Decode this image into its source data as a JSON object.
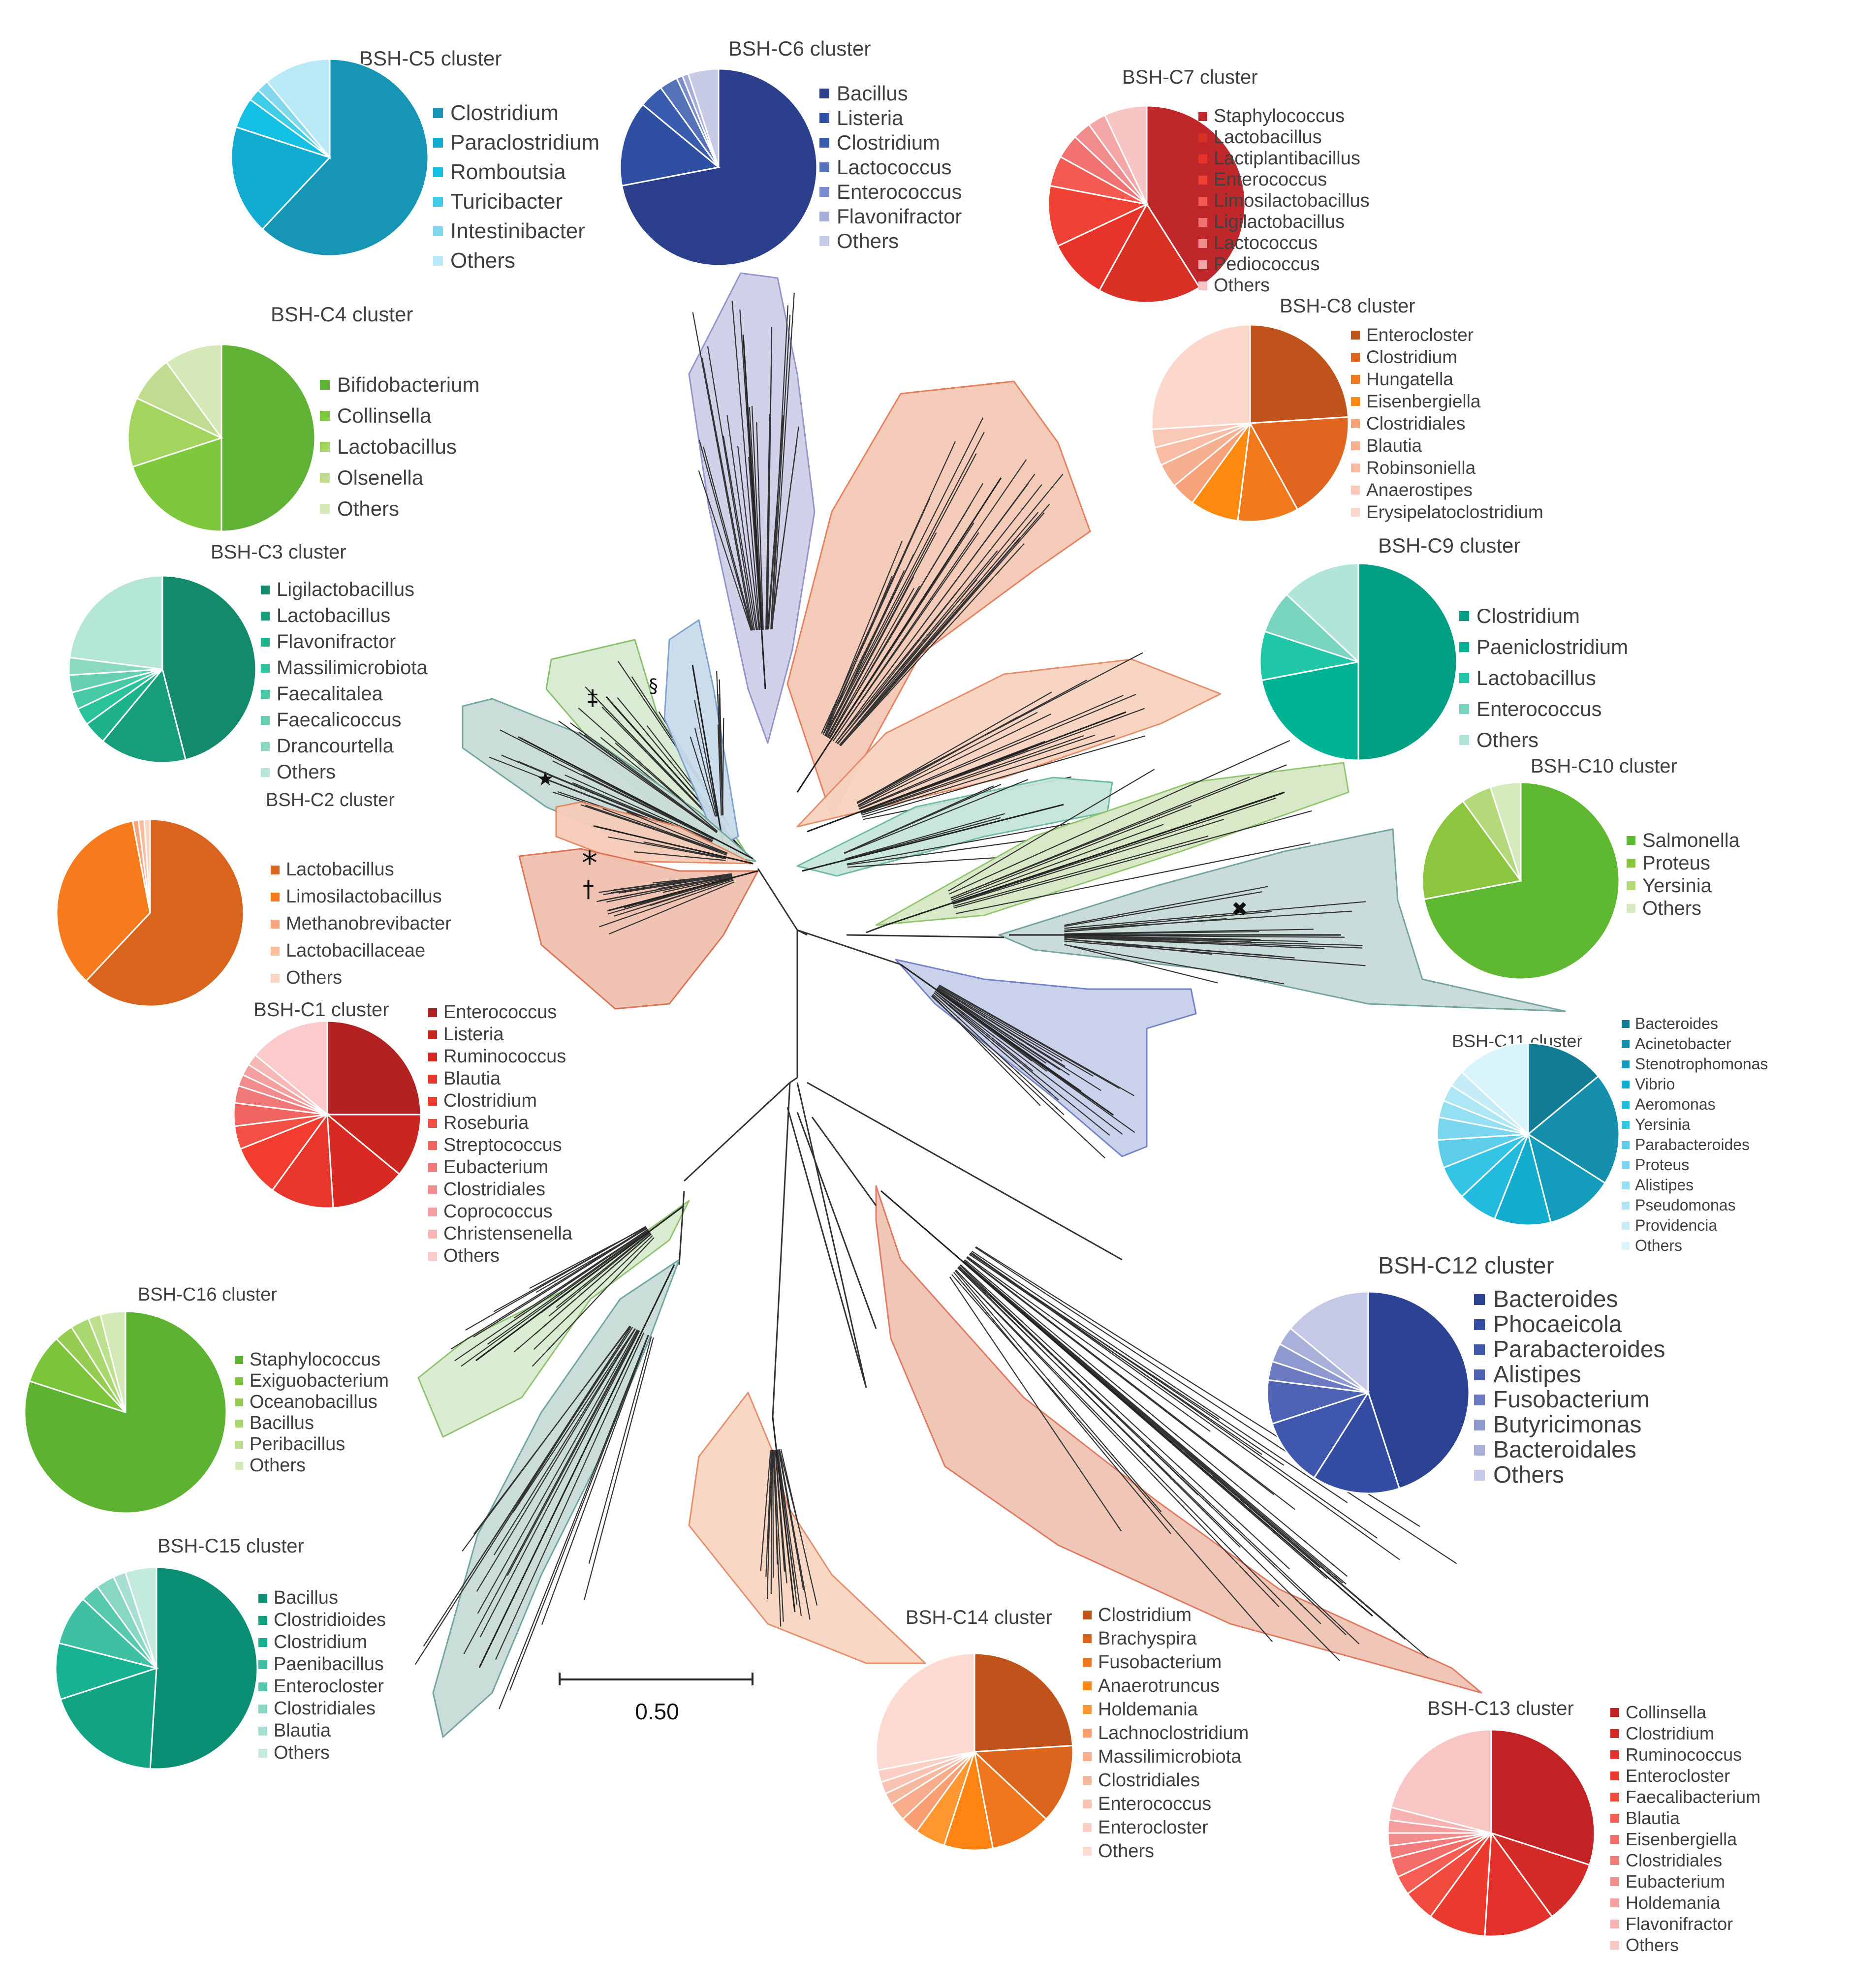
{
  "scale_bar": {
    "label": "0.50"
  },
  "markers": [
    {
      "id": "star",
      "symbol": "★"
    },
    {
      "id": "double-dagger",
      "symbol": "‡"
    },
    {
      "id": "section",
      "symbol": "§"
    },
    {
      "id": "asterisk",
      "symbol": "*"
    },
    {
      "id": "dagger",
      "symbol": "†"
    },
    {
      "id": "cross",
      "symbol": "✖"
    }
  ],
  "clusters": [
    {
      "id": "C1",
      "title": "BSH-C1 cluster",
      "shades": [
        "#b22222",
        "#c8261e",
        "#d82a22",
        "#e8362c",
        "#f23c2f",
        "#f44f45",
        "#f26460",
        "#f07878",
        "#f28b8b",
        "#f5a0a0",
        "#f8b7b7",
        "#fbcaca"
      ],
      "genera": [
        "Enterococcus",
        "Listeria",
        "Ruminococcus",
        "Blautia",
        "Clostridium",
        "Roseburia",
        "Streptococcus",
        "Eubacterium",
        "Clostridiales",
        "Coprococcus",
        "Christensenella",
        "Others"
      ],
      "values": [
        25,
        11,
        13,
        11,
        9,
        4,
        4,
        3,
        2,
        2,
        2,
        14
      ]
    },
    {
      "id": "C2",
      "title": "BSH-C2 cluster",
      "shades": [
        "#d9641e",
        "#f77b1c",
        "#f8a27e",
        "#fbbc9d",
        "#fcd4c2"
      ],
      "genera": [
        "Lactobacillus",
        "Limosilactobacillus",
        "Methanobrevibacter",
        "Lactobacillaceae",
        "Others"
      ],
      "values": [
        62,
        35,
        1,
        1,
        1
      ]
    },
    {
      "id": "C3",
      "title": "BSH-C3 cluster",
      "shades": [
        "#138a6c",
        "#179d7a",
        "#1eb28b",
        "#2ac29b",
        "#47c9a5",
        "#66d0b1",
        "#8ad9c0",
        "#b3e6d5"
      ],
      "genera": [
        "Ligilactobacillus",
        "Lactobacillus",
        "Flavonifractor",
        "Massilimicrobiota",
        "Faecalitalea",
        "Faecalicoccus",
        "Drancourtella",
        "Others"
      ],
      "values": [
        46,
        15,
        4,
        3,
        3,
        3,
        3,
        23
      ]
    },
    {
      "id": "C4",
      "title": "BSH-C4 cluster",
      "shades": [
        "#5fb233",
        "#7dc83c",
        "#a3d45e",
        "#bfdc90",
        "#d5e9b8"
      ],
      "genera": [
        "Bifidobacterium",
        "Collinsella",
        "Lactobacillus",
        "Olsenella",
        "Others"
      ],
      "values": [
        50,
        20,
        12,
        8,
        10
      ]
    },
    {
      "id": "C5",
      "title": "BSH-C5 cluster",
      "shades": [
        "#1795b4",
        "#12acd1",
        "#13bfe3",
        "#3fcce6",
        "#82d9ee",
        "#b8e9f6"
      ],
      "genera": [
        "Clostridium",
        "Paraclostridium",
        "Romboutsia",
        "Turicibacter",
        "Intestinibacter",
        "Others"
      ],
      "values": [
        62,
        18,
        5,
        2,
        2,
        11
      ]
    },
    {
      "id": "C6",
      "title": "BSH-C6 cluster",
      "shades": [
        "#2b3f8c",
        "#2f4fa2",
        "#3a5cae",
        "#5572b8",
        "#7a8ccc",
        "#a5add9",
        "#c8cbe6"
      ],
      "genera": [
        "Bacillus",
        "Listeria",
        "Clostridium",
        "Lactococcus",
        "Enterococcus",
        "Flavonifractor",
        "Others"
      ],
      "values": [
        72,
        14,
        4,
        3,
        1,
        1,
        5
      ]
    },
    {
      "id": "C7",
      "title": "BSH-C7 cluster",
      "shades": [
        "#c0272a",
        "#d83025",
        "#e7332a",
        "#ef4133",
        "#f35a52",
        "#f27272",
        "#f08c8c",
        "#f4a7a7",
        "#f8c4c4"
      ],
      "genera": [
        "Staphylococcus",
        "Lactobacillus",
        "Lactiplantibacillus",
        "Enterococcus",
        "Limosilactobacillus",
        "Ligilactobacillus",
        "Lactococcus",
        "Pediococcus",
        "Others"
      ],
      "values": [
        41,
        17,
        10,
        10,
        5,
        4,
        3,
        3,
        7
      ]
    },
    {
      "id": "C8",
      "title": "BSH-C8 cluster",
      "shades": [
        "#c0531c",
        "#e0651e",
        "#f27a1c",
        "#ff8a10",
        "#f7a27a",
        "#f5b090",
        "#f8bba3",
        "#fac8b6",
        "#fcd8cc"
      ],
      "genera": [
        "Enterocloster",
        "Clostridium",
        "Hungatella",
        "Eisenbergiella",
        "Clostridiales",
        "Blautia",
        "Robinsoniella",
        "Anaerostipes",
        "Erysipelatoclostridium"
      ],
      "values": [
        24,
        18,
        10,
        8,
        4,
        4,
        3,
        3,
        26
      ]
    },
    {
      "id": "C9",
      "title": "BSH-C9 cluster",
      "shades": [
        "#009f84",
        "#00b395",
        "#1fc6a7",
        "#79d4c0",
        "#b2e5d9"
      ],
      "genera": [
        "Clostridium",
        "Paeniclostridium",
        "Lactobacillus",
        "Enterococcus",
        "Others"
      ],
      "values": [
        50,
        22,
        8,
        7,
        13
      ]
    },
    {
      "id": "C10",
      "title": "BSH-C10 cluster",
      "shades": [
        "#5eb832",
        "#8cc63e",
        "#b3d97a",
        "#d6ebbd"
      ],
      "genera": [
        "Salmonella",
        "Proteus",
        "Yersinia",
        "Others"
      ],
      "values": [
        72,
        18,
        5,
        5
      ]
    },
    {
      "id": "C11",
      "title": "BSH-C11 cluster",
      "shades": [
        "#147b94",
        "#158fab",
        "#139cbc",
        "#12acce",
        "#22bbde",
        "#34c5e6",
        "#5dcdea",
        "#7ad6ee",
        "#94dff2",
        "#aee6f5",
        "#c4edf8",
        "#d9f4fb"
      ],
      "genera": [
        "Bacteroides",
        "Acinetobacter",
        "Stenotrophomonas",
        "Vibrio",
        "Aeromonas",
        "Yersinia",
        "Parabacteroides",
        "Proteus",
        "Alistipes",
        "Pseudomonas",
        "Providencia",
        "Others"
      ],
      "values": [
        14,
        20,
        12,
        10,
        7,
        6,
        5,
        4,
        3,
        3,
        3,
        13
      ]
    },
    {
      "id": "C12",
      "title": "BSH-C12 cluster",
      "shades": [
        "#2b4392",
        "#344ca2",
        "#3f57ac",
        "#4f63b4",
        "#6a79c0",
        "#8e99cf",
        "#a9b0da",
        "#c5c9e7"
      ],
      "genera": [
        "Bacteroides",
        "Phocaeicola",
        "Parabacteroides",
        "Alistipes",
        "Fusobacterium",
        "Butyricimonas",
        "Bacteroidales",
        "Others"
      ],
      "values": [
        45,
        14,
        11,
        7,
        3,
        3,
        3,
        14
      ]
    },
    {
      "id": "C13",
      "title": "BSH-C13 cluster",
      "shades": [
        "#c02226",
        "#d42a28",
        "#e2302a",
        "#ec3a2e",
        "#f14a3e",
        "#f45c54",
        "#f36d6a",
        "#f27c7c",
        "#f28c8c",
        "#f49e9e",
        "#f7b2b2",
        "#f9c6c6"
      ],
      "genera": [
        "Collinsella",
        "Clostridium",
        "Ruminococcus",
        "Enterocloster",
        "Faecalibacterium",
        "Blautia",
        "Eisenbergiella",
        "Clostridiales",
        "Eubacterium",
        "Holdemania",
        "Flavonifractor",
        "Others"
      ],
      "values": [
        30,
        10,
        11,
        9,
        5,
        3,
        3,
        2,
        2,
        2,
        2,
        21
      ]
    },
    {
      "id": "C14",
      "title": "BSH-C14 cluster",
      "shades": [
        "#c0531c",
        "#dc651d",
        "#ef761c",
        "#ff8412",
        "#ff9630",
        "#fa9f73",
        "#f8ac8b",
        "#f7b8a0",
        "#f9c3b3",
        "#fbcfc3",
        "#fddbd2"
      ],
      "genera": [
        "Clostridium",
        "Brachyspira",
        "Fusobacterium",
        "Anaerotruncus",
        "Holdemania",
        "Lachnoclostridium",
        "Massilimicrobiota",
        "Clostridiales",
        "Enterococcus",
        "Enterocloster",
        "Others"
      ],
      "values": [
        24,
        13,
        10,
        8,
        5,
        3,
        3,
        2,
        2,
        2,
        28
      ]
    },
    {
      "id": "C15",
      "title": "BSH-C15 cluster",
      "shades": [
        "#0b8f74",
        "#12a383",
        "#19b393",
        "#3fc0a3",
        "#58c9ae",
        "#88d7c2",
        "#a7e0d0",
        "#c2eadf"
      ],
      "genera": [
        "Bacillus",
        "Clostridioides",
        "Clostridium",
        "Paenibacillus",
        "Enterocloster",
        "Clostridiales",
        "Blautia",
        "Others"
      ],
      "values": [
        51,
        19,
        9,
        8,
        3,
        3,
        2,
        5
      ]
    },
    {
      "id": "C16",
      "title": "BSH-C16 cluster",
      "shades": [
        "#5eb232",
        "#7cc53b",
        "#94cd52",
        "#a9d770",
        "#bde08f",
        "#d3eab6"
      ],
      "genera": [
        "Staphylococcus",
        "Exiguobacterium",
        "Oceanobacillus",
        "Bacillus",
        "Peribacillus",
        "Others"
      ],
      "values": [
        80,
        8,
        3,
        3,
        2,
        4
      ]
    }
  ]
}
